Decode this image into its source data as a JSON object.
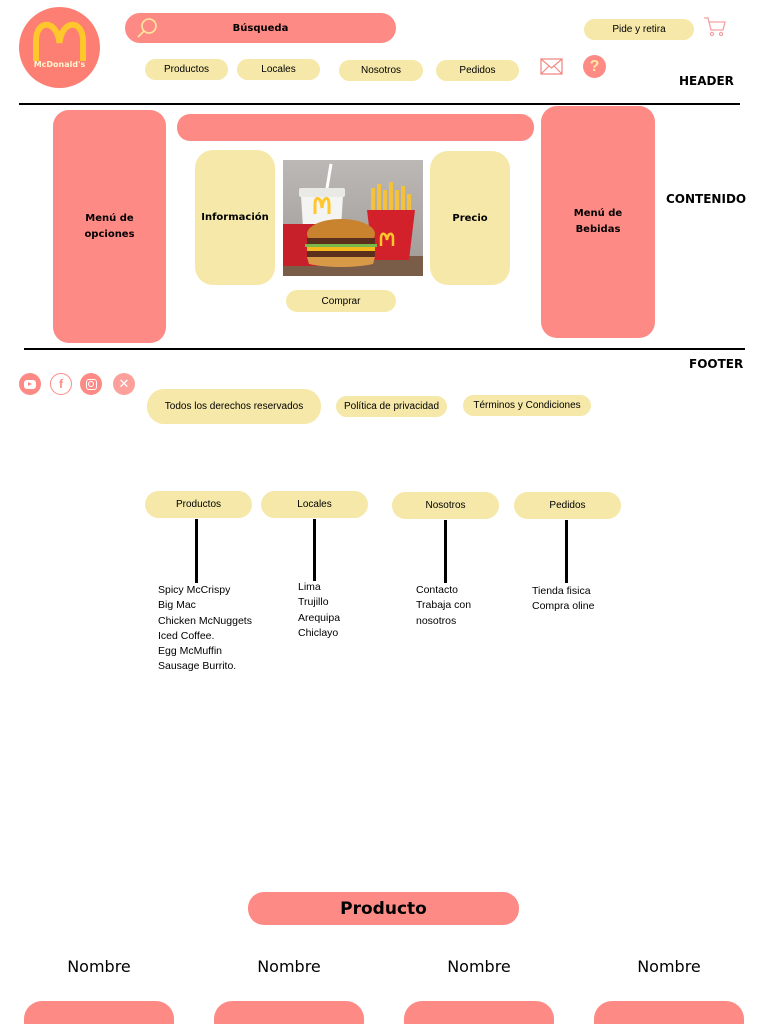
{
  "colors": {
    "accent_pink": "#fe8a85",
    "accent_yellow": "#f5e8a8",
    "logo_red": "#fd7e73",
    "logo_gold": "#ffc72c"
  },
  "header": {
    "logo_text": "McDonald's",
    "search_label": "Búsqueda",
    "order_button": "Pide y retira",
    "nav": [
      "Productos",
      "Locales",
      "Nosotros",
      "Pedidos"
    ],
    "section_label": "HEADER",
    "icons": [
      "search-icon",
      "cart-icon",
      "mail-icon",
      "help-icon"
    ]
  },
  "content": {
    "section_label": "CONTENIDO",
    "left_menu": [
      "Menú de",
      "opciones"
    ],
    "info_label": "Información",
    "price_label": "Precio",
    "drinks_menu": [
      "Menú de",
      "Bebidas"
    ],
    "buy_button": "Comprar"
  },
  "footer": {
    "section_label": "FOOTER",
    "social_icons": [
      "youtube-icon",
      "facebook-icon",
      "instagram-icon",
      "x-icon"
    ],
    "links": [
      "Todos los derechos reservados",
      "Política de privacidad",
      "Términos y Condiciones"
    ]
  },
  "sitemap": [
    {
      "label": "Productos",
      "items": [
        "Spicy McCrispy",
        "Big Mac",
        "Chicken McNuggets",
        "Iced Coffee.",
        "Egg McMuffin",
        "Sausage Burrito."
      ]
    },
    {
      "label": "Locales",
      "items": [
        "Lima",
        "Trujillo",
        "Arequipa",
        "Chiclayo"
      ]
    },
    {
      "label": "Nosotros",
      "items": [
        "Contacto",
        "Trabaja con",
        "nosotros"
      ]
    },
    {
      "label": "Pedidos",
      "items": [
        "Tienda fisica",
        "Compra oline"
      ]
    }
  ],
  "products": {
    "title": "Producto",
    "names": [
      "Nombre",
      "Nombre",
      "Nombre",
      "Nombre"
    ]
  }
}
